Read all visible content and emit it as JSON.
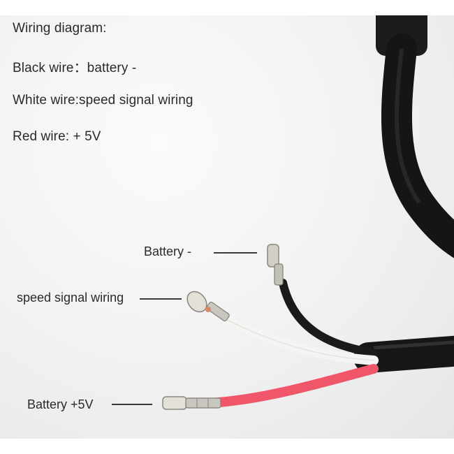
{
  "legend": {
    "title": "Wiring diagram:",
    "black": "Black wire：battery -",
    "white": "White wire:speed signal wiring",
    "red": "Red wire: + 5V"
  },
  "callouts": {
    "battery_neg": "Battery -",
    "speed_signal": "speed signal wiring",
    "battery_pos": "Battery +5V"
  },
  "colors": {
    "black_wire": "#1a1a1a",
    "white_wire": "#f4f4f2",
    "red_wire": "#f0566a",
    "terminal_metal": "#c9c6bf"
  }
}
